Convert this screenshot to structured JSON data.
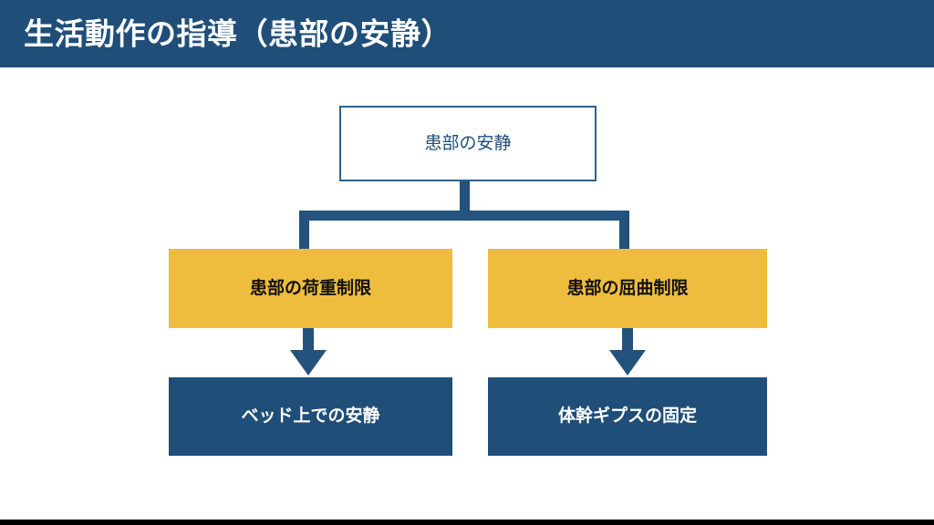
{
  "slide": {
    "title": "生活動作の指導（患部の安静）",
    "background_color": "#ffffff",
    "banner_color": "#1f4e79",
    "accent_yellow": "#efbd3d",
    "accent_navy": "#1f4e79",
    "connector_color": "#23527c"
  },
  "diagram": {
    "type": "tree",
    "root": {
      "label": "患部の安静",
      "style": "white-box-navy-outline",
      "text_color": "#1f4e79"
    },
    "branches": [
      {
        "level2": {
          "label": "患部の荷重制限",
          "style": "yellow-box",
          "text_color": "#111111"
        },
        "level3": {
          "label": "ベッド上での安静",
          "style": "navy-box",
          "text_color": "#ffffff"
        }
      },
      {
        "level2": {
          "label": "患部の屈曲制限",
          "style": "yellow-box",
          "text_color": "#111111"
        },
        "level3": {
          "label": "体幹ギプスの固定",
          "style": "navy-box",
          "text_color": "#ffffff"
        }
      }
    ],
    "connectors": {
      "root_to_level2": "t-junction-elbow",
      "level2_to_level3": "arrow-down"
    }
  }
}
